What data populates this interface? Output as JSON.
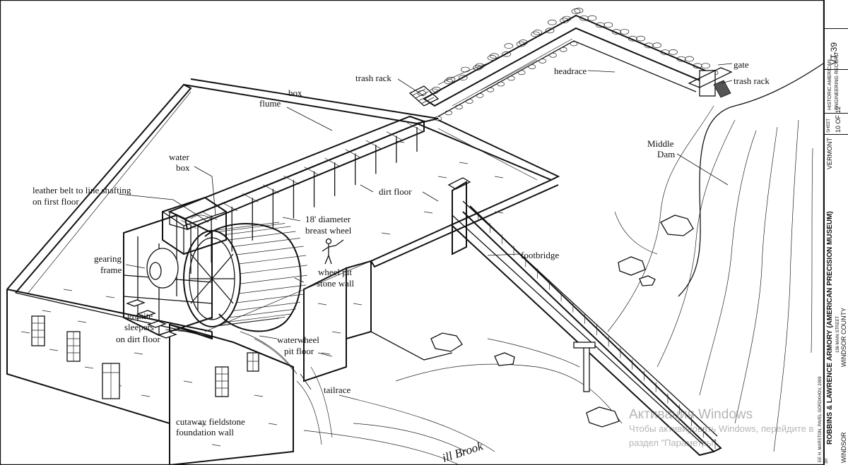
{
  "labels": {
    "trash_rack_left": "trash rack",
    "headrace": "headrace",
    "gate": "gate",
    "trash_rack_right": "trash rack",
    "box_flume_1": "box",
    "box_flume_2": "flume",
    "water_box_1": "water",
    "water_box_2": "box",
    "leather_belt_1": "leather belt to line shafting",
    "leather_belt_2": "on first floor",
    "wheel_1": "18' diameter",
    "wheel_2": "breast wheel",
    "dirt_floor": "dirt floor",
    "middle_dam_1": "Middle",
    "middle_dam_2": "Dam",
    "gearing_1": "gearing",
    "gearing_2": "frame",
    "footbridge": "footbridge",
    "wheel_pit_1": "wheel pit",
    "wheel_pit_2": "stone wall",
    "granite_1": "granite",
    "granite_2": "sleepers",
    "granite_3": "on dirt floor",
    "waterwheel_1": "waterwheel",
    "waterwheel_2": "pit floor",
    "tailrace": "tailrace",
    "cutaway_1": "cutaway fieldstone",
    "cutaway_2": "foundation wall",
    "brook": "ill Brook"
  },
  "title_block": {
    "survey_number": "VT-39",
    "record_1": "HISTORIC AMERICAN",
    "record_2": "ENGINEERING RECORD",
    "sheet_label": "SHEET",
    "sheet_number": "10 OF 12",
    "state": "VERMONT",
    "project_1": "ROBBINS & LAWRENCE ARMORY (AMERICAN PRECISION MUSEUM)",
    "project_2": "196 MAIN STREET",
    "county": "WINDSOR COUNTY",
    "city": "WINDSOR",
    "delineator": "EE H. MARSTON, PAVEL GORDKHOV, 2009",
    "corner_code": "3R"
  },
  "watermark": {
    "line1": "Активация Windows",
    "line2": "Чтобы активировать Windows, перейдите в",
    "line3": "раздел \"Параметры\"."
  }
}
